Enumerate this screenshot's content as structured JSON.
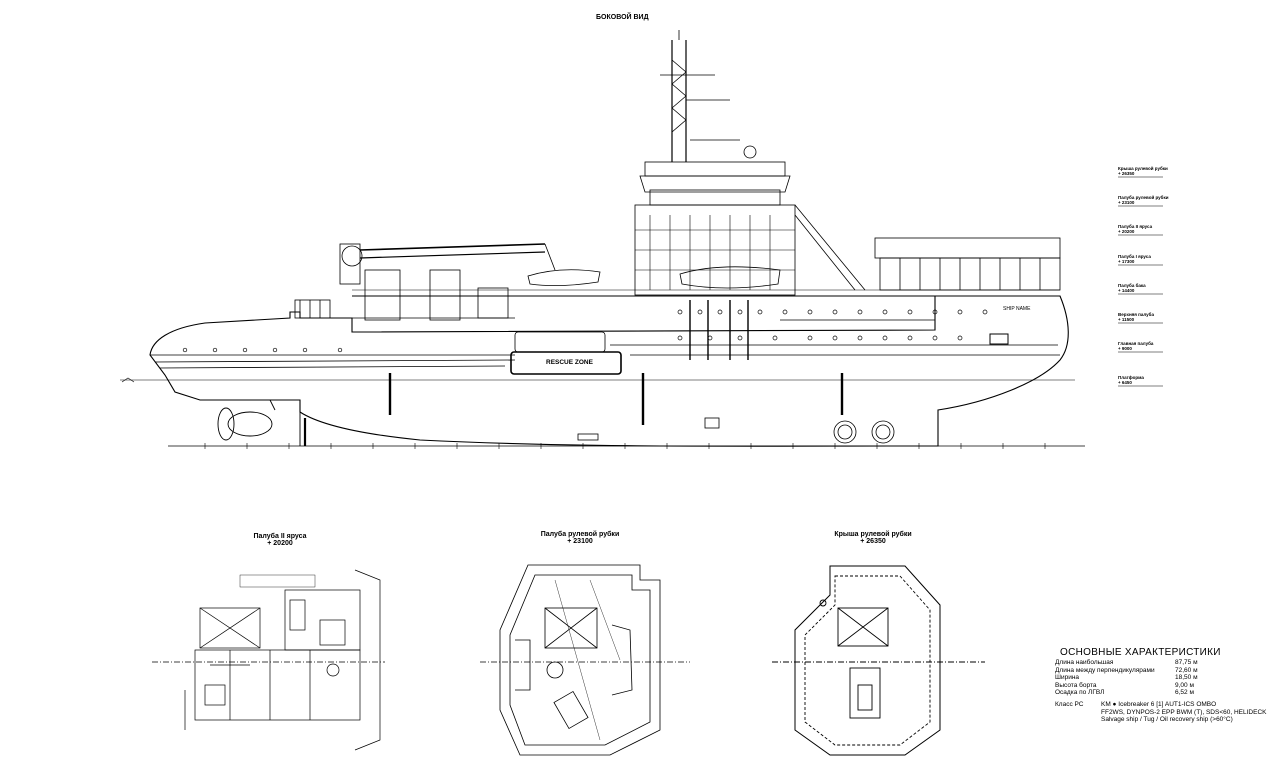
{
  "side_view_title": "БОКОВОЙ ВИД",
  "rescue_zone_label": "RESCUE ZONE",
  "ship_name_label": "SHIP NAME",
  "level_labels": [
    {
      "name": "Крыша рулевой рубки",
      "value": "+ 26350"
    },
    {
      "name": "Палуба рулевой рубки",
      "value": "+ 23100"
    },
    {
      "name": "Палуба II яруса",
      "value": "+ 20200"
    },
    {
      "name": "Палуба I яруса",
      "value": "+ 17300"
    },
    {
      "name": "Палуба бака",
      "value": "+ 14400"
    },
    {
      "name": "Верхняя палуба",
      "value": "+ 11500"
    },
    {
      "name": "Главная палуба",
      "value": "+ 9000"
    },
    {
      "name": "Платформа",
      "value": "+ 6450"
    }
  ],
  "plans": [
    {
      "title": "Палуба II яруса",
      "level": "+ 20200"
    },
    {
      "title": "Палуба рулевой рубки",
      "level": "+ 23100"
    },
    {
      "title": "Крыша рулевой рубки",
      "level": "+ 26350"
    }
  ],
  "specs": {
    "heading": "ОСНОВНЫЕ  ХАРАКТЕРИСТИКИ",
    "rows": [
      {
        "label": "Длина наибольшая",
        "value": "87,75 м"
      },
      {
        "label": "Длина между перпендикулярами",
        "value": "72,60 м"
      },
      {
        "label": "Ширина",
        "value": "18,50 м"
      },
      {
        "label": "Высота борта",
        "value": "9,00 м"
      },
      {
        "label": "Осадка по ЛГВЛ",
        "value": "6,52 м"
      }
    ],
    "class_label": "Класс РС",
    "class_lines": [
      "KM ● Icebreaker 6 [1] AUT1-ICS OMBO",
      "FF2WS, DYNPOS-2 EPP BWM (T), SDS<60, HELIDECK",
      "Salvage ship / Tug / Oil recovery ship (>60°C)"
    ]
  }
}
